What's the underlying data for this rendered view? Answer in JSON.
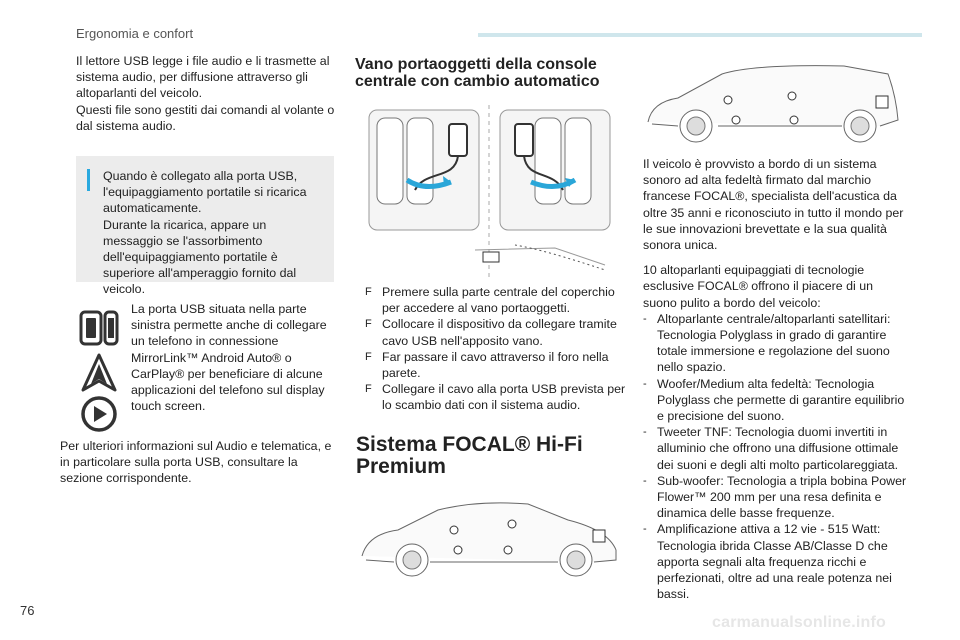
{
  "header": {
    "section": "Ergonomia e confort"
  },
  "left": {
    "intro": "Il lettore USB legge i file audio e li trasmette al sistema audio, per diffusione attraverso gli altoparlanti del veicolo.",
    "intro2": "Questi file sono gestiti dai comandi al volante o dal sistema audio.",
    "info": "Quando è collegato alla porta USB, l'equipaggiamento portatile si ricarica automaticamente.",
    "info2": "Durante la ricarica, appare un messaggio se l'assorbimento dell'equipaggiamento portatile è superiore all'amperaggio fornito dal veicolo.",
    "usb_text": "La porta USB situata nella parte sinistra permette anche di collegare un telefono in connessione MirrorLink™ Android Auto® o CarPlay® per beneficiare di alcune applicazioni del telefono sul display touch screen.",
    "footer_text": "Per ulteriori informazioni sul Audio e telematica, e in particolare sulla porta USB, consultare la sezione corrispondente."
  },
  "middle": {
    "title": "Vano portaoggetti della console centrale con cambio automatico",
    "steps": [
      "Premere sulla parte centrale del coperchio per accedere al vano portaoggetti.",
      "Collocare il dispositivo da collegare tramite cavo USB nell'apposito vano.",
      "Far passare il cavo attraverso il foro nella parete.",
      "Collegare il cavo alla porta USB prevista per lo scambio dati con il sistema audio."
    ],
    "step_marker": "F",
    "focal_title": "Sistema FOCAL® Hi-Fi Premium"
  },
  "right": {
    "p1": "Il veicolo è provvisto a bordo di un sistema sonoro ad alta fedeltà firmato dal marchio francese FOCAL®, specialista dell'acustica da oltre 35 anni e riconosciuto in tutto il mondo per le sue innovazioni brevettate e la sua qualità sonora unica.",
    "p2": "10 altoparlanti equipaggiati di tecnologie esclusive FOCAL® offrono il piacere di un suono pulito a bordo del veicolo:",
    "items": [
      "Altoparlante centrale/altoparlanti satellitari: Tecnologia Polyglass in grado di garantire totale immersione e regolazione del suono nello spazio.",
      "Woofer/Medium alta fedeltà: Tecnologia Polyglass che permette di garantire equilibrio e precisione del suono.",
      "Tweeter TNF: Tecnologia duomi invertiti in alluminio che offrono una diffusione ottimale dei suoni e degli alti molto particolareggiata.",
      "Sub-woofer: Tecnologia a tripla bobina Power Flower™ 200 mm per una resa definita e dinamica delle basse frequenze.",
      "Amplificazione attiva a 12 vie - 515 Watt: Tecnologia ibrida Classe AB/Classe D che apporta segnali alta frequenza ricchi e perfezionati, oltre ad una reale potenza nei bassi."
    ],
    "dash": "-"
  },
  "page_number": "76",
  "watermark": "carmanualsonline.info"
}
